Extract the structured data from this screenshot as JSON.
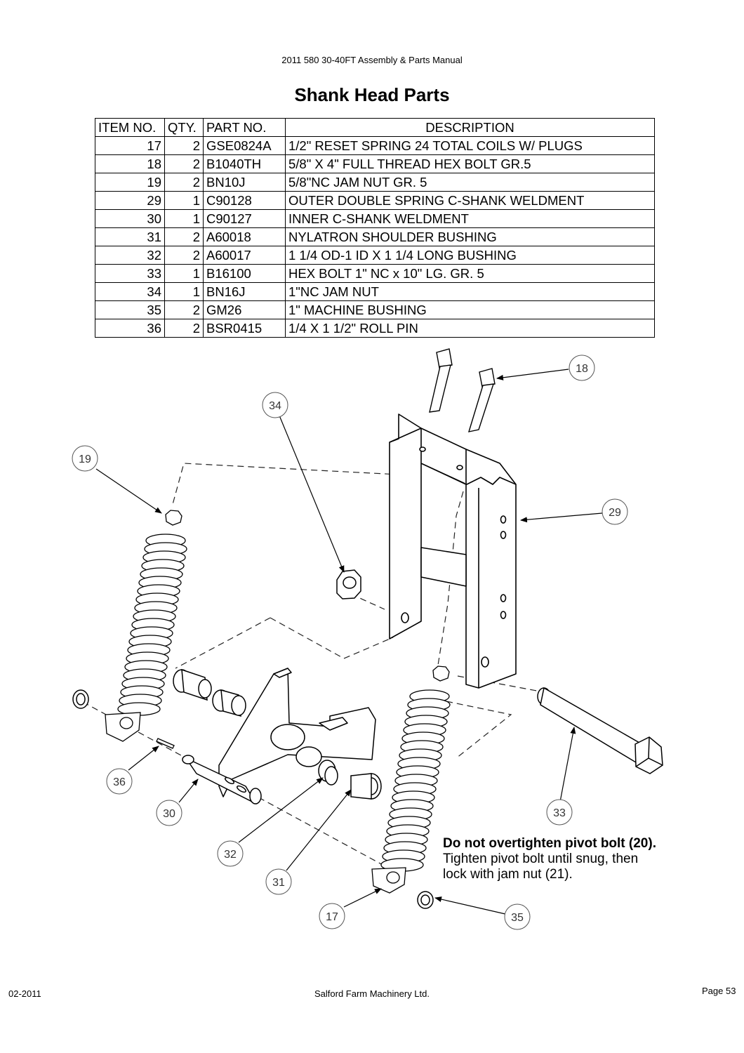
{
  "header": "2011 580 30-40FT Assembly & Parts Manual",
  "title": "Shank Head Parts",
  "table": {
    "headers": [
      "ITEM NO.",
      "QTY.",
      "PART NO.",
      "DESCRIPTION"
    ],
    "rows": [
      {
        "item": "17",
        "qty": "2",
        "part": "GSE0824A",
        "desc": "1/2\" RESET SPRING 24 TOTAL COILS W/ PLUGS"
      },
      {
        "item": "18",
        "qty": "2",
        "part": "B1040TH",
        "desc": "5/8\" X 4\" FULL THREAD HEX BOLT GR.5"
      },
      {
        "item": "19",
        "qty": "2",
        "part": "BN10J",
        "desc": "5/8\"NC JAM NUT GR. 5"
      },
      {
        "item": "29",
        "qty": "1",
        "part": "C90128",
        "desc": "OUTER DOUBLE SPRING C-SHANK WELDMENT"
      },
      {
        "item": "30",
        "qty": "1",
        "part": "C90127",
        "desc": "INNER C-SHANK WELDMENT"
      },
      {
        "item": "31",
        "qty": "2",
        "part": "A60018",
        "desc": "NYLATRON SHOULDER BUSHING"
      },
      {
        "item": "32",
        "qty": "2",
        "part": "A60017",
        "desc": "1 1/4 OD-1 ID X 1 1/4 LONG BUSHING"
      },
      {
        "item": "33",
        "qty": "1",
        "part": "B16100",
        "desc": "HEX BOLT 1\" NC x 10\" LG. GR. 5"
      },
      {
        "item": "34",
        "qty": "1",
        "part": "BN16J",
        "desc": "1\"NC JAM NUT"
      },
      {
        "item": "35",
        "qty": "2",
        "part": "GM26",
        "desc": "1\" MACHINE BUSHING"
      },
      {
        "item": "36",
        "qty": "2",
        "part": "BSR0415",
        "desc": "1/4 X 1 1/2\" ROLL PIN"
      }
    ]
  },
  "callouts": {
    "c17": "17",
    "c18": "18",
    "c19": "19",
    "c29": "29",
    "c30": "30",
    "c31": "31",
    "c32": "32",
    "c33": "33",
    "c34": "34",
    "c35": "35",
    "c36": "36"
  },
  "note": {
    "bold": "Do not overtighten pivot bolt (20).",
    "line1": "Tighten pivot bolt until snug, then",
    "line2": "lock with jam nut (21)."
  },
  "footer": {
    "left": "02-2011",
    "center": "Salford Farm Machinery Ltd.",
    "right": "Page 53"
  }
}
